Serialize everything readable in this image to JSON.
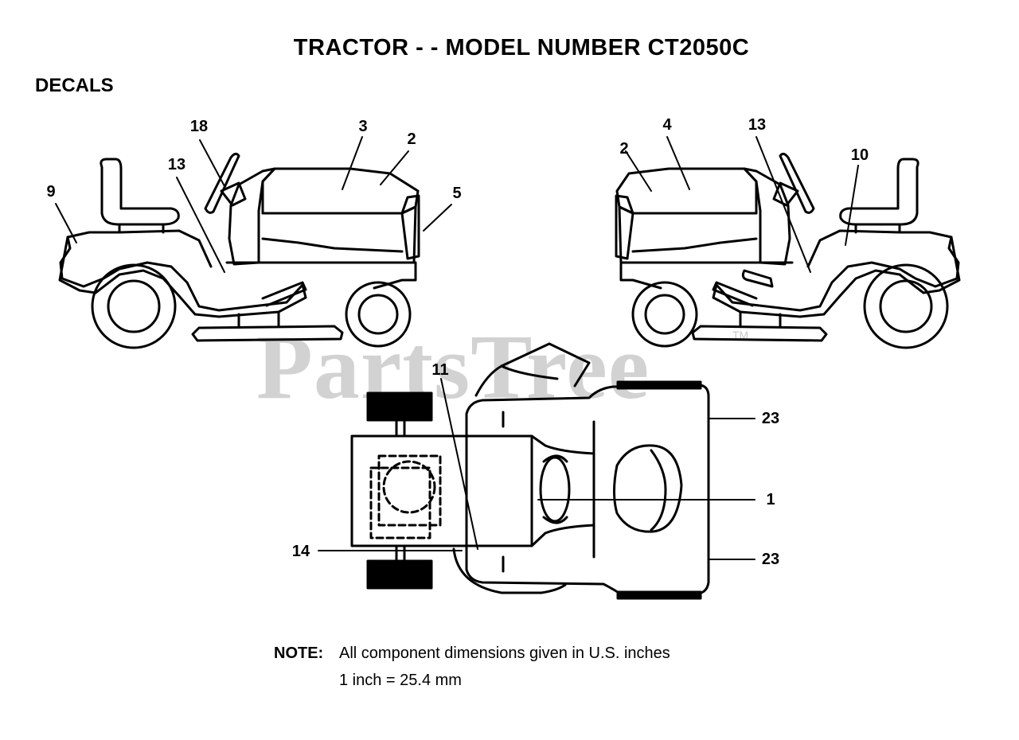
{
  "header": {
    "title": "TRACTOR - - MODEL NUMBER CT2050C",
    "section": "DECALS"
  },
  "watermark": {
    "text": "PartsTree",
    "tm": "TM"
  },
  "callouts": {
    "left_18": "18",
    "left_3": "3",
    "left_2": "2",
    "left_13": "13",
    "left_9": "9",
    "left_5": "5",
    "right_4": "4",
    "right_13": "13",
    "right_2": "2",
    "right_10": "10",
    "top_11": "11",
    "top_23a": "23",
    "top_1": "1",
    "top_14": "14",
    "top_23b": "23"
  },
  "note": {
    "label": "NOTE:",
    "line1": "All component dimensions given in U.S. inches",
    "line2": "1 inch = 25.4 mm"
  }
}
